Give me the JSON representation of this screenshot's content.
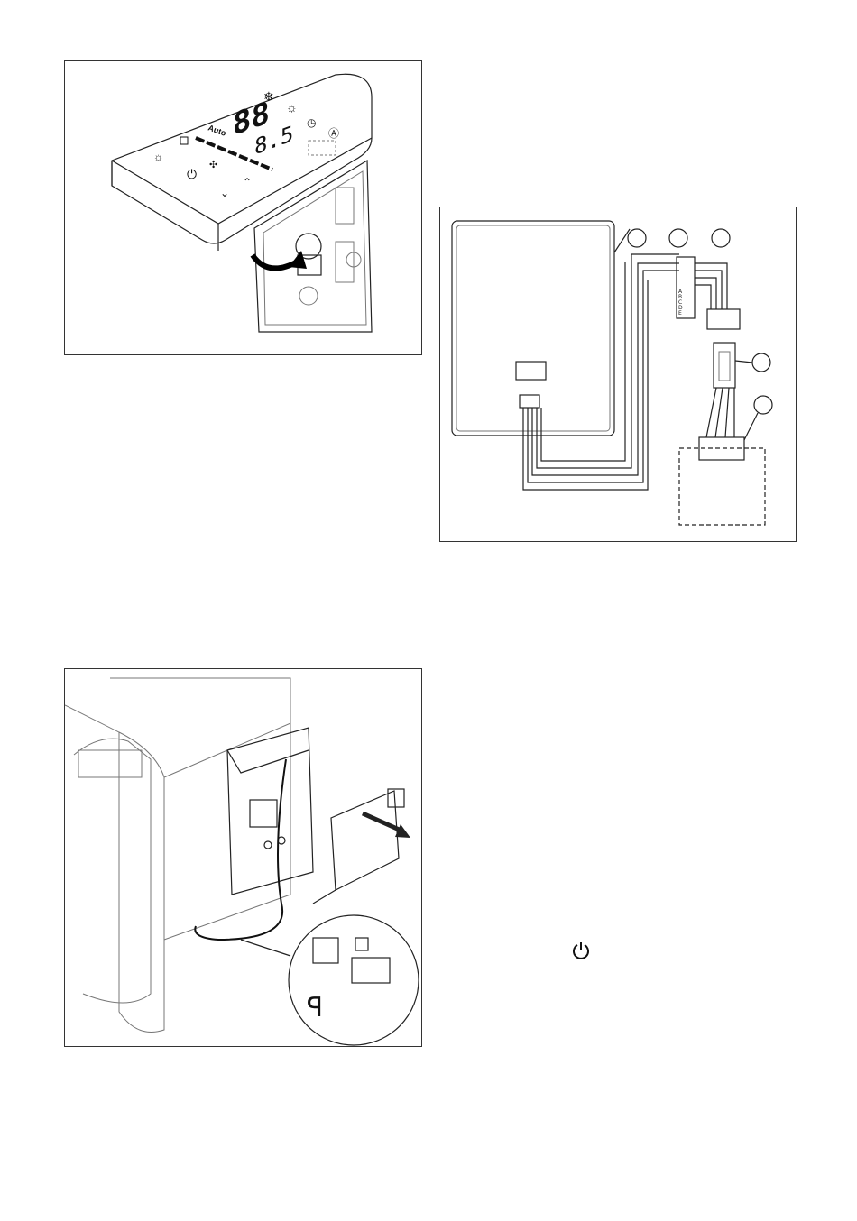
{
  "figures": {
    "thermostat": {
      "display_digits": "88",
      "display_decimal": "8.5",
      "auto_label": "Auto",
      "icons": [
        "snowflake-icon",
        "sun-icon",
        "clock-icon",
        "auto-mode-icon",
        "menu-icon",
        "light-icon",
        "fan-icon",
        "power-icon",
        "chevron-down-icon",
        "chevron-up-icon"
      ]
    },
    "wiring": {
      "terminal_labels": [
        "A",
        "B",
        "C",
        "D",
        "E"
      ],
      "callouts": [
        "",
        "",
        "",
        "",
        ""
      ]
    },
    "unit": {
      "callouts": [
        "",
        ""
      ]
    }
  },
  "footer_icon": "power-icon"
}
